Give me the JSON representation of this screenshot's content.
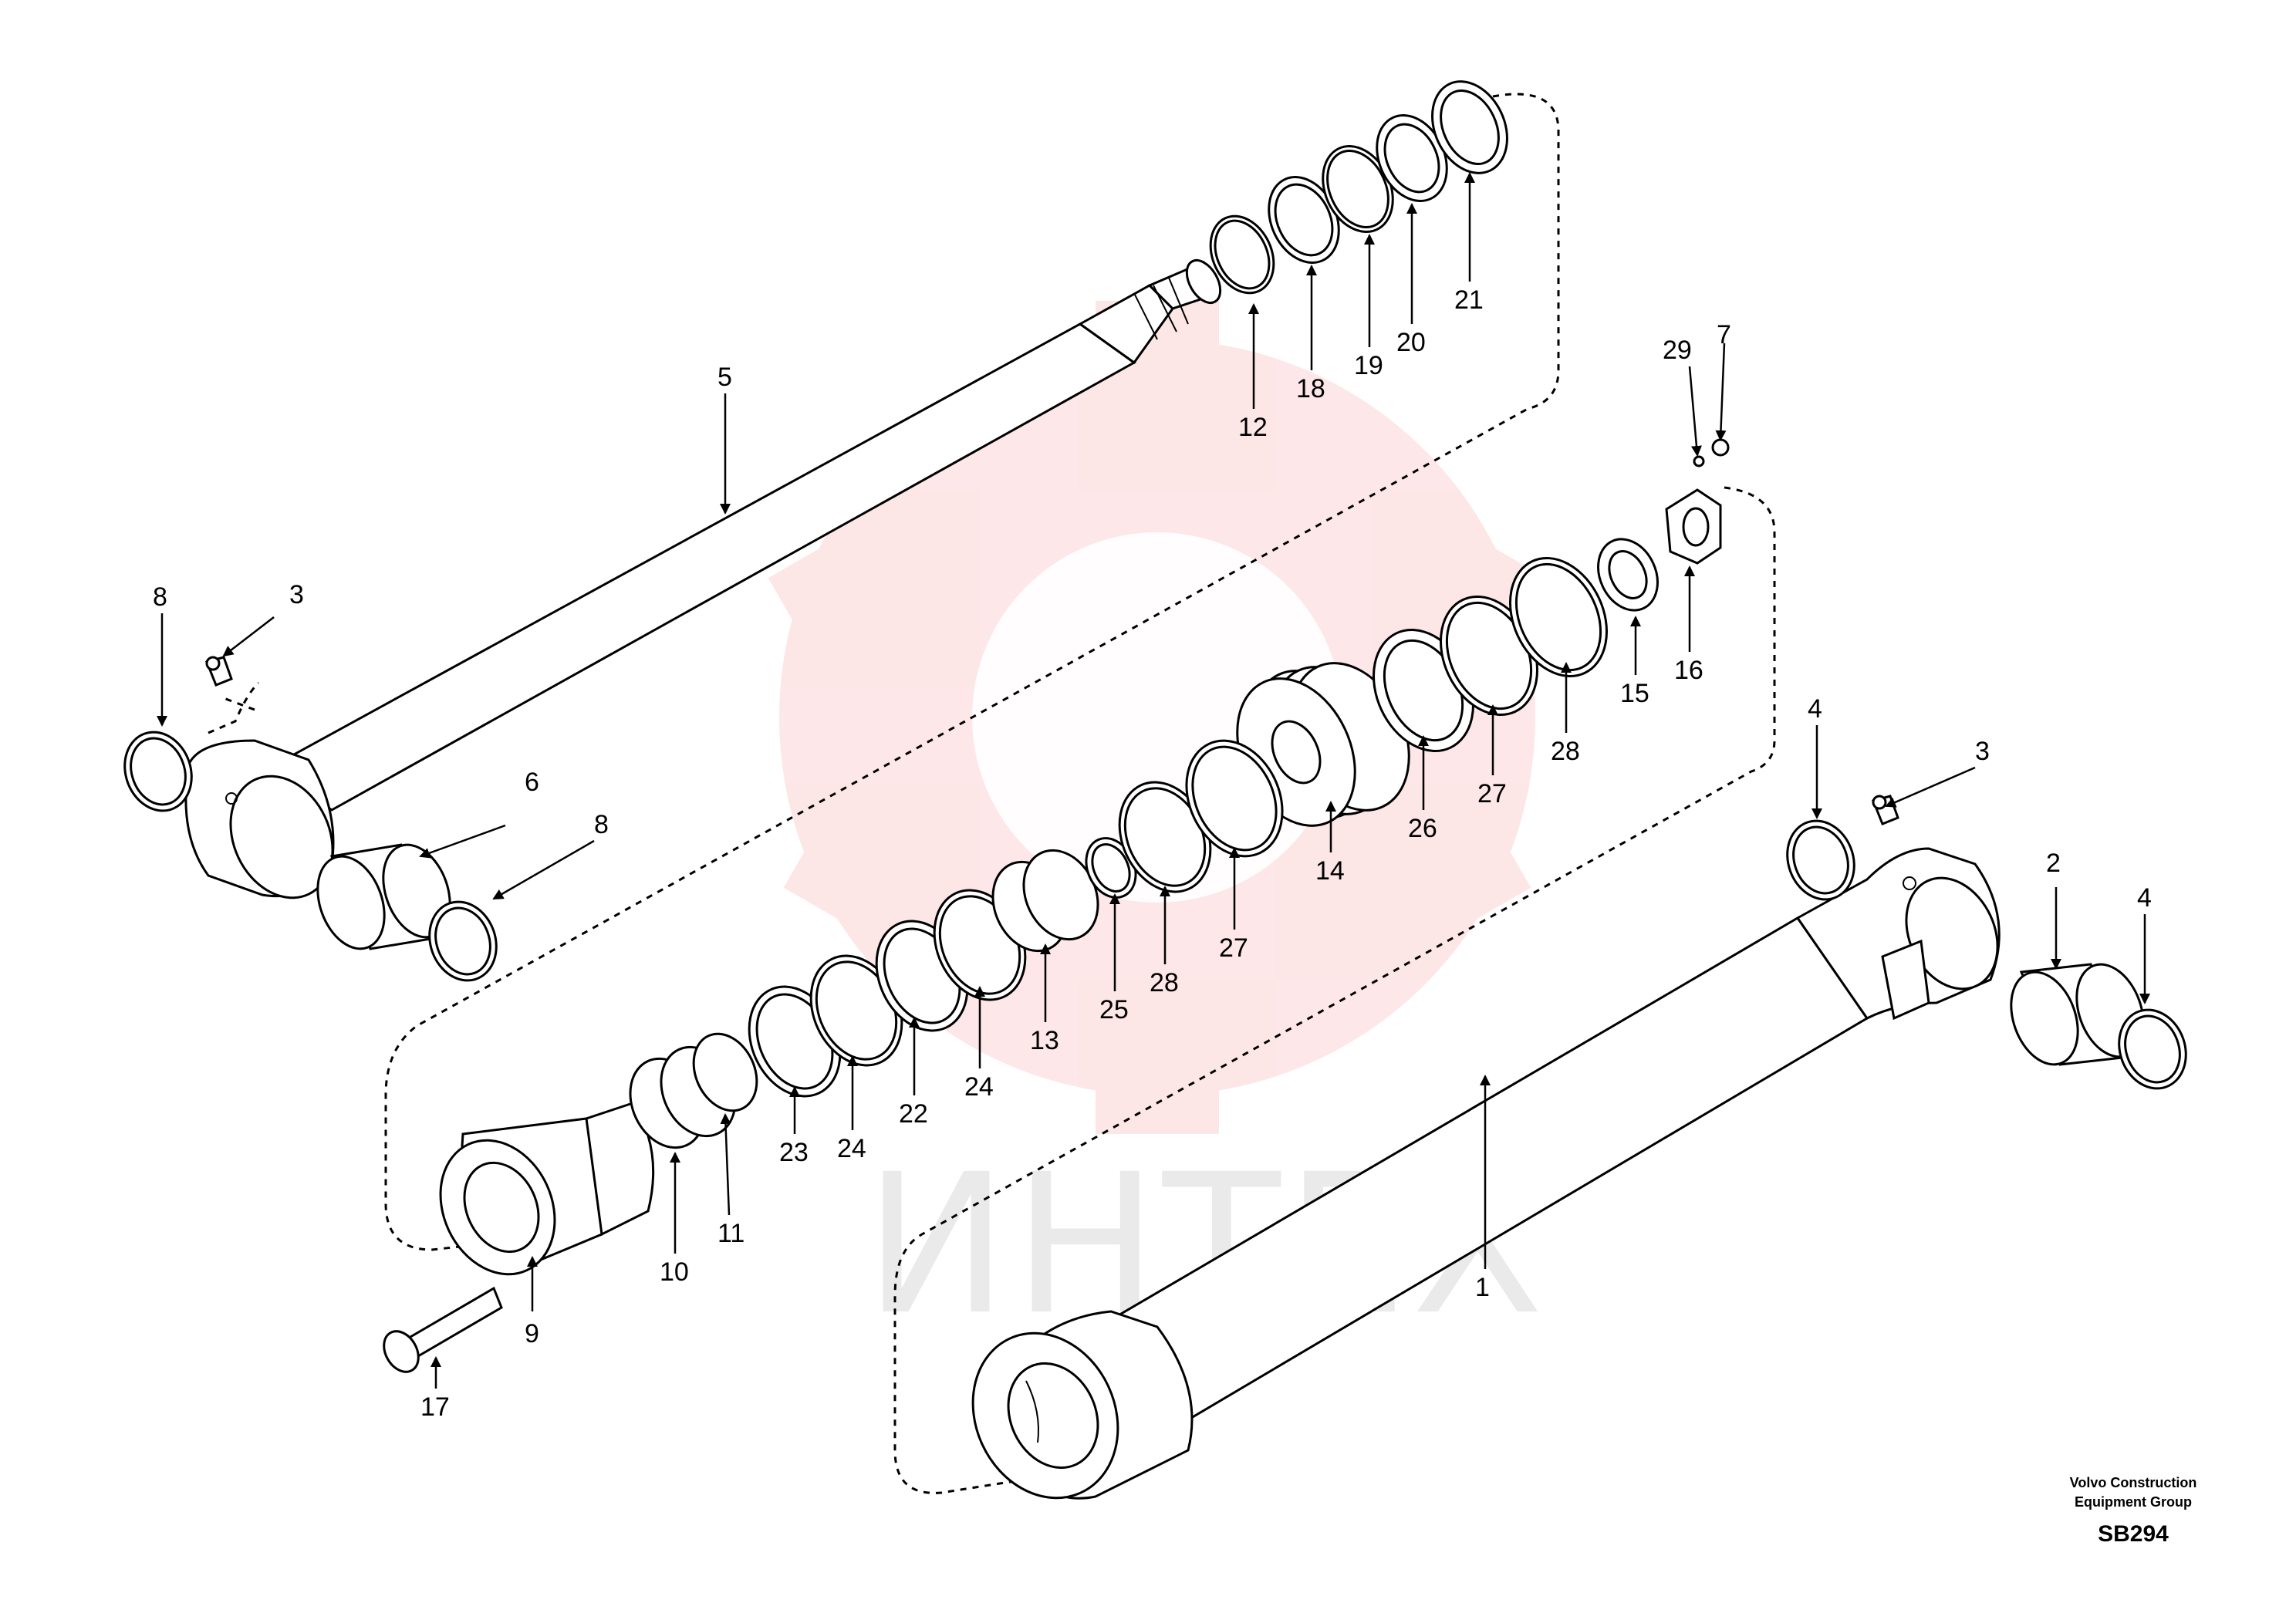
{
  "callouts": [
    "1",
    "2",
    "3",
    "4",
    "5",
    "6",
    "7",
    "8",
    "9",
    "10",
    "11",
    "12",
    "13",
    "14",
    "15",
    "16",
    "17",
    "18",
    "19",
    "20",
    "21",
    "22",
    "23",
    "24",
    "25",
    "26",
    "27",
    "28",
    "29"
  ],
  "footer": {
    "company_line1": "Volvo Construction",
    "company_line2": "Equipment Group",
    "sheet_id": "SB294"
  },
  "watermark": {
    "text": "ИНТЕХ",
    "logo": "gear-logo"
  },
  "colors": {
    "line": "#000000",
    "watermark_logo": "#e8121a",
    "watermark_text": "#000000",
    "background": "#ffffff"
  }
}
